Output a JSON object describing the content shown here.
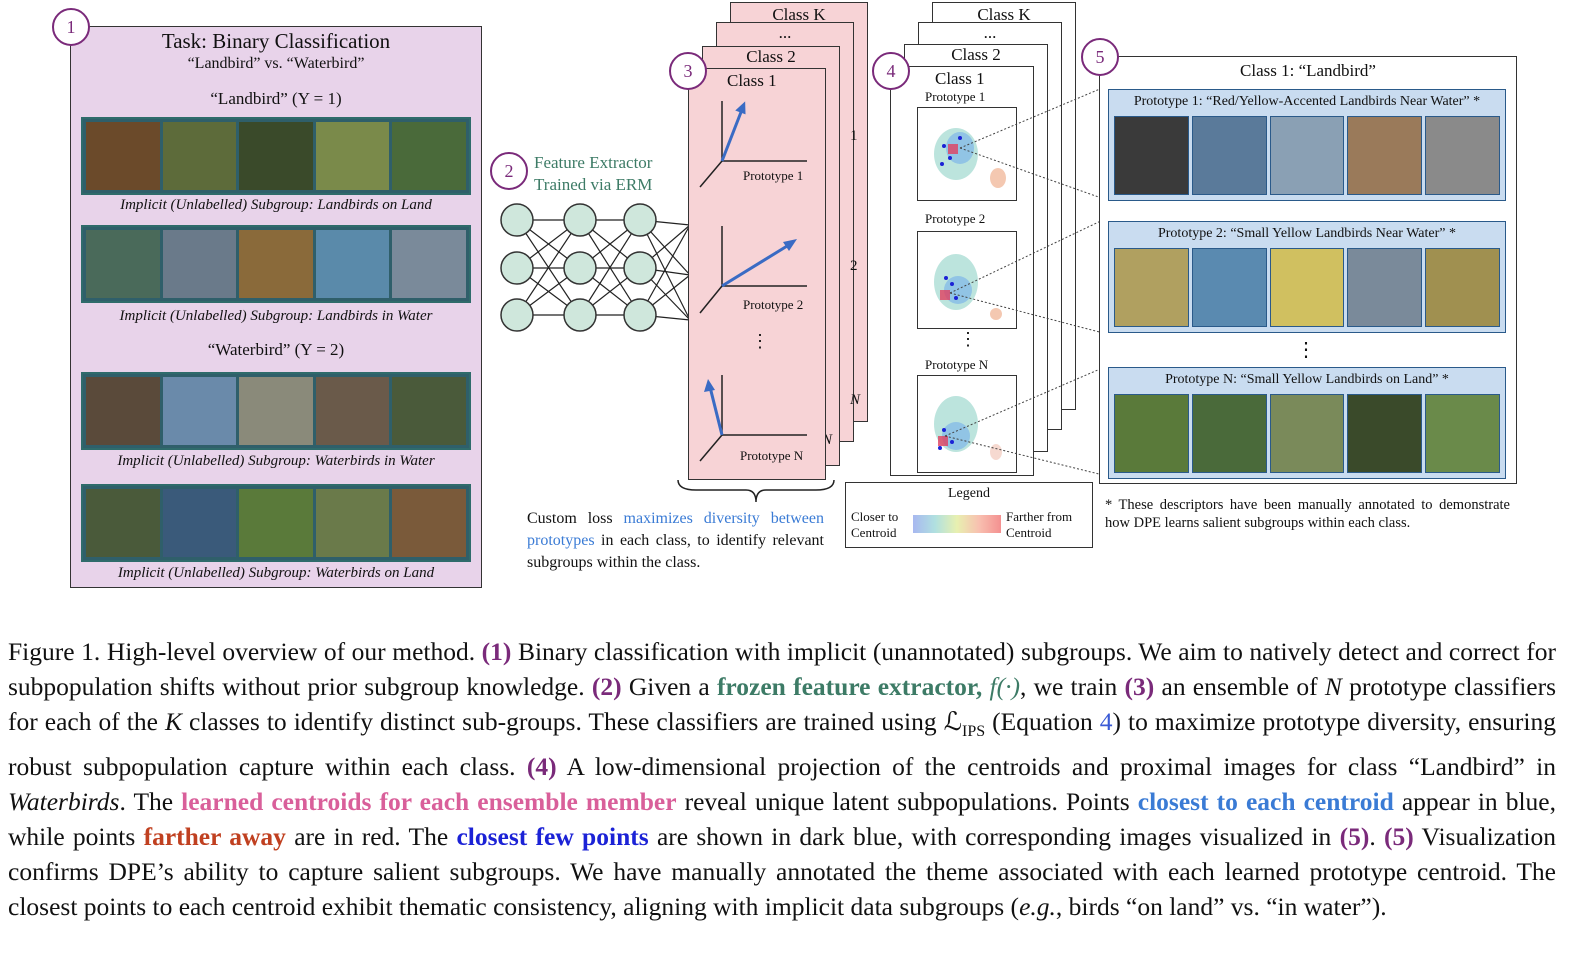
{
  "panel1": {
    "num": "1",
    "title": "Task: Binary Classification",
    "subtitle": "“Landbird” vs. “Waterbird”",
    "landbird_label": "“Landbird” (Y = 1)",
    "waterbird_label": "“Waterbird” (Y = 2)",
    "subgroups": [
      "Implicit (Unlabelled) Subgroup: Landbirds on Land",
      "Implicit (Unlabelled) Subgroup: Landbirds in Water",
      "Implicit (Unlabelled) Subgroup: Waterbirds in Water",
      "Implicit (Unlabelled) Subgroup: Waterbirds on Land"
    ]
  },
  "panel2": {
    "num": "2",
    "line1": "Feature Extractor",
    "line2": "Trained via ERM"
  },
  "panel3": {
    "num": "3",
    "class_k": "Class K",
    "dots": "...",
    "class_2": "Class 2",
    "class_1": "Class 1",
    "proto1": "Prototype 1",
    "proto2": "Prototype 2",
    "vdots": "⋮",
    "proton": "Prototype N",
    "side_1": "1",
    "side_2": "2",
    "side_n1": "N",
    "side_n2": "N",
    "note_a": "Custom loss ",
    "note_b": "maximizes diversity between prototypes",
    "note_c": " in each class, to identify relevant subgroups within the class."
  },
  "panel4": {
    "num": "4",
    "class_k": "Class K",
    "dots": "...",
    "class_2": "Class 2",
    "class_1": "Class 1",
    "proto1": "Prototype 1",
    "proto2": "Prototype 2",
    "vdots": "⋮",
    "proton": "Prototype N",
    "legend_title": "Legend",
    "legend_left": "Closer to Centroid",
    "legend_right": "Farther from Centroid"
  },
  "panel5": {
    "num": "5",
    "title": "Class 1: “Landbird”",
    "protos": [
      "Prototype 1: “Red/Yellow-Accented Landbirds Near Water” *",
      "Prototype 2: “Small Yellow Landbirds Near Water” *",
      "Prototype N: “Small Yellow Landbirds on Land” *"
    ],
    "vdots": "⋮",
    "footnote": "* These descriptors have been manually annotated to demonstrate how DPE learns salient subgroups within each class."
  },
  "caption": {
    "s01": "Figure 1. High-level overview of our method. ",
    "s02": "(1)",
    "s03": " Binary classification with implicit (unannotated) subgroups. We aim to natively detect and correct for subpopulation shifts without prior subgroup knowledge. ",
    "s04": "(2)",
    "s05": " Given a ",
    "s06": "frozen feature extractor, ",
    "s07": "f(·)",
    "s08": ", we train ",
    "s09": "(3)",
    "s10": " an ensemble of ",
    "s11": "N",
    "s12": " prototype classifiers for each of the ",
    "s13": "K",
    "s14": " classes to identify distinct sub-groups. These classifiers are trained using ",
    "s15": "ℒ",
    "s16": "IPS",
    "s17": " (Equation ",
    "s18": "4",
    "s19": ") to maximize prototype diversity, ensuring robust subpopulation capture within each class. ",
    "s20": "(4)",
    "s21": " A low-dimensional projection of the centroids and proximal images for class “Landbird” in ",
    "s22": "Waterbirds",
    "s23": ". The ",
    "s24": "learned centroids for each ensemble member",
    "s25": " reveal unique latent subpopulations. Points ",
    "s26": "closest to each centroid",
    "s27": " appear in blue, while points ",
    "s28": "farther away",
    "s29": " are in red. The ",
    "s30": "closest few points",
    "s31": " are shown in dark blue, with corresponding images visualized in ",
    "s32": "(5)",
    "s33": ". ",
    "s34": "(5)",
    "s35": " Visualization confirms DPE’s ability to capture salient subgroups. We have manually annotated the theme associated with each learned prototype centroid. The closest points to each centroid exhibit thematic consistency, aligning with implicit data subgroups (",
    "s36": "e.g.",
    "s37": ", birds “on land” vs. “in water”)."
  }
}
